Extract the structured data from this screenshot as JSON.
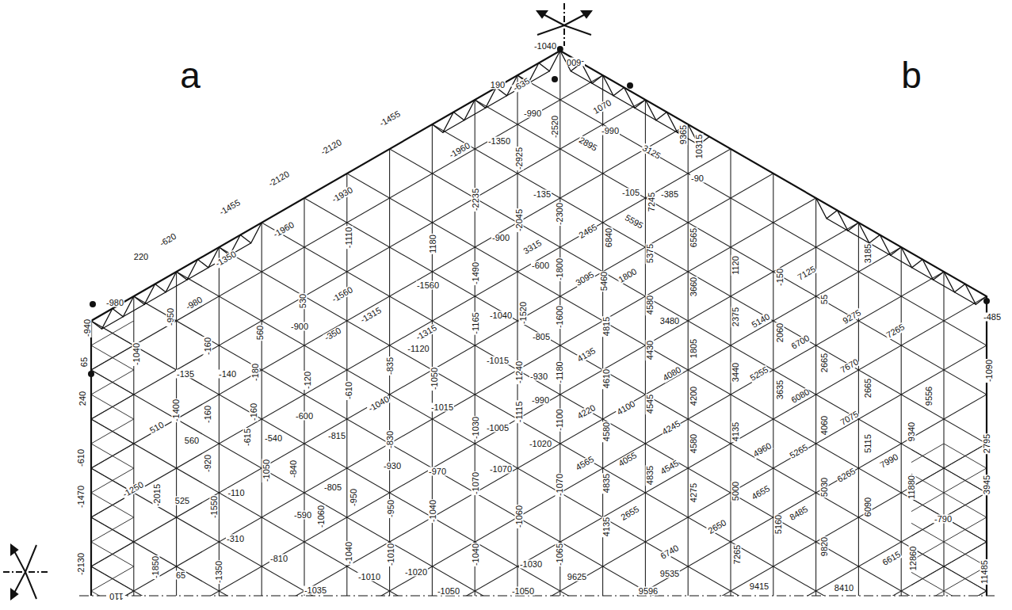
{
  "diagram": {
    "labels": [
      "a",
      "b",
      "-1040",
      "-600",
      "190",
      "-2520",
      "-990",
      "2895",
      "-990",
      "1070",
      "9365",
      "10315",
      "3125",
      "-635",
      "-1455",
      "-2120",
      "-2120",
      "-1455",
      "-620",
      "220",
      "-980",
      "-940",
      "65",
      "240",
      "-610",
      "-1470",
      "-2130",
      "110",
      "-1960",
      "-1930",
      "-1960",
      "-1350",
      "-1040",
      "-950",
      "-980",
      "-1400",
      "510",
      "560",
      "-2015",
      "-1250",
      "-1850",
      "-160",
      "-140",
      "-135",
      "-160",
      "-920",
      "525",
      "-1550",
      "65",
      "-310",
      "-1350",
      "560",
      "-180",
      "-160",
      "-615",
      "-1050",
      "-110",
      "530",
      "-900",
      "-1560",
      "-120",
      "-600",
      "-540",
      "-840",
      "-590",
      "-810",
      "-1035",
      "-350",
      "-610",
      "-815",
      "-805",
      "-1060",
      "-950",
      "-1010",
      "-1040",
      "-1315",
      "-1315",
      "-835",
      "-1040",
      "-830",
      "-930",
      "-950",
      "-1010",
      "1180",
      "-1560",
      "-1120",
      "-1050",
      "-1015",
      "-970",
      "-1040",
      "-1020",
      "-1050",
      "-2235",
      "-1490",
      "-1165",
      "-1030",
      "-1070",
      "-1040",
      "-1040",
      "-1015",
      "-1005",
      "-1070",
      "-1060",
      "-1050",
      "-2045",
      "-1520",
      "-1240",
      "-1115",
      "-1020",
      "-1030",
      "-600",
      "-805",
      "-900",
      "-135",
      "-930",
      "-990",
      "-2925",
      "-1350",
      "-2300",
      "-1800",
      "-1600",
      "-1180",
      "-1100",
      "-1070",
      "-1065",
      "2465",
      "3315",
      "3095",
      "1800",
      "5460",
      "6840",
      "5595",
      "4815",
      "4135",
      "4610",
      "4220",
      "4100",
      "4580",
      "4565",
      "4055",
      "4835",
      "4135",
      "2655",
      "6740",
      "9535",
      "9625",
      "9596",
      "7245",
      "5375",
      "4580",
      "4430",
      "4545",
      "4835",
      "-105",
      "-385",
      "6565",
      "3660",
      "3480",
      "1805",
      "4080",
      "4200",
      "4245",
      "4580",
      "4545",
      "4275",
      "2650",
      "-90",
      "1120",
      "2375",
      "3440",
      "4135",
      "5000",
      "7265",
      "5140",
      "5255",
      "4960",
      "4655",
      "5160",
      "9415",
      "-150",
      "2060",
      "3635",
      "4060",
      "5030",
      "9820",
      "6700",
      "6080",
      "5265",
      "8485",
      "8410",
      "55",
      "2665",
      "7125",
      "9275",
      "7670",
      "7075",
      "6265",
      "3185",
      "2665",
      "5115",
      "6090",
      "7990",
      "6615",
      "7265",
      "9556",
      "9340",
      "11880",
      "12860",
      "2795",
      "3945",
      "11485",
      "-1090",
      "-485",
      "-790",
      "-1110"
    ]
  }
}
